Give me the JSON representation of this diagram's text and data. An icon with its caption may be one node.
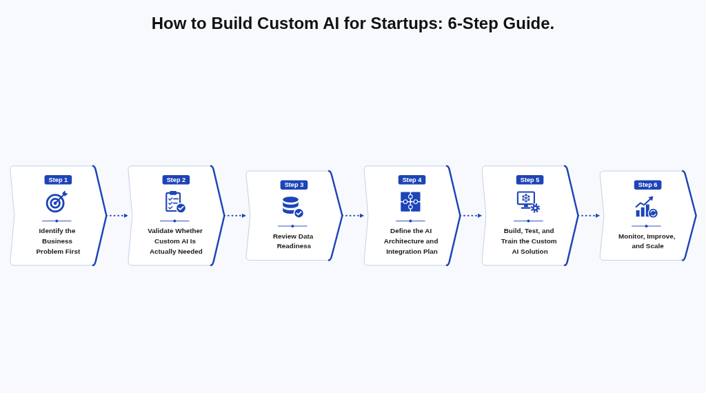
{
  "diagram": {
    "title": "How to Build Custom AI for Startups: 6-Step Guide.",
    "nodes": [
      {
        "text": [
          "Step 1",
          "Identify the Business Problem First"
        ]
      },
      {
        "text": [
          "Step 2",
          "Validate Whether Custom AI Is Actually Needed"
        ]
      },
      {
        "text": [
          "Step 3",
          "Review Data Readiness"
        ]
      },
      {
        "text": [
          "Step 4",
          "Define the AI Architecture and Integration Plan"
        ]
      },
      {
        "text": [
          "Step 5",
          "Build, Test, and Train the Custom AI Solution"
        ]
      },
      {
        "text": [
          "Step 6",
          "Monitor, Improve, and Scale"
        ]
      }
    ],
    "edges": [
      {
        "from": 0,
        "to": 1,
        "arrow": "to",
        "style": "dashed"
      },
      {
        "from": 1,
        "to": 2,
        "arrow": "to",
        "style": "dashed"
      },
      {
        "from": 2,
        "to": 3,
        "arrow": "to",
        "style": "dashed"
      },
      {
        "from": 3,
        "to": 4,
        "arrow": "to",
        "style": "dashed"
      },
      {
        "from": 4,
        "to": 5,
        "arrow": "to",
        "style": "dashed"
      }
    ]
  }
}
